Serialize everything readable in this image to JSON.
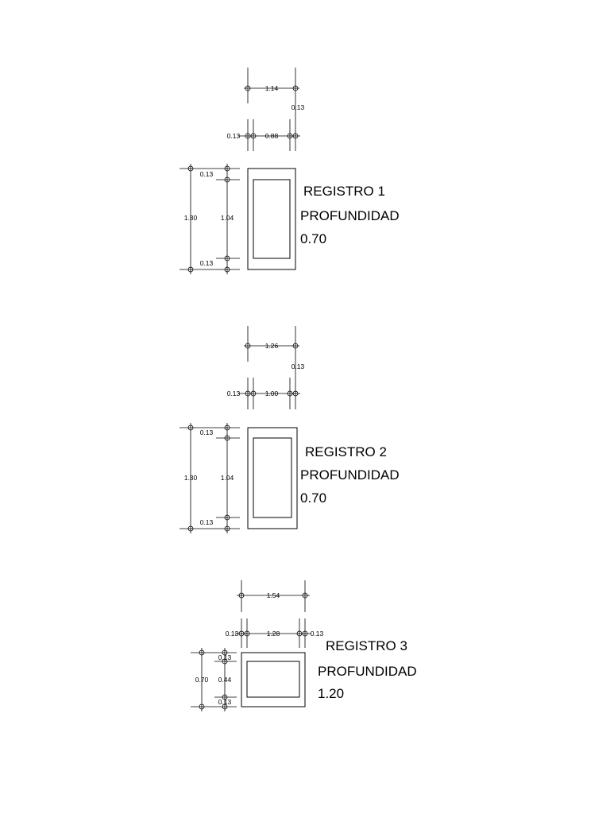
{
  "registros": [
    {
      "title": "REGISTRO 1",
      "depth_label": "PROFUNDIDAD",
      "depth_value": "0.70",
      "dims": {
        "overall_width": "1.14",
        "inner_width": "0.88",
        "wall_left": "0.13",
        "wall_right": "0.13",
        "overall_height": "1.30",
        "inner_height": "1.04",
        "wall_top": "0.13",
        "wall_bottom": "0.13"
      }
    },
    {
      "title": "REGISTRO 2",
      "depth_label": "PROFUNDIDAD",
      "depth_value": "0.70",
      "dims": {
        "overall_width": "1.26",
        "inner_width": "1.00",
        "wall_left": "0.13",
        "wall_right": "0.13",
        "overall_height": "1.30",
        "inner_height": "1.04",
        "wall_top": "0.13",
        "wall_bottom": "0.13"
      }
    },
    {
      "title": "REGISTRO 3",
      "depth_label": "PROFUNDIDAD",
      "depth_value": "1.20",
      "dims": {
        "overall_width": "1.54",
        "inner_width": "1.28",
        "wall_left": "0.13",
        "wall_right": "0.13",
        "overall_height": "0.70",
        "inner_height": "0.44",
        "wall_top": "0.13",
        "wall_bottom": "0.13"
      }
    }
  ]
}
